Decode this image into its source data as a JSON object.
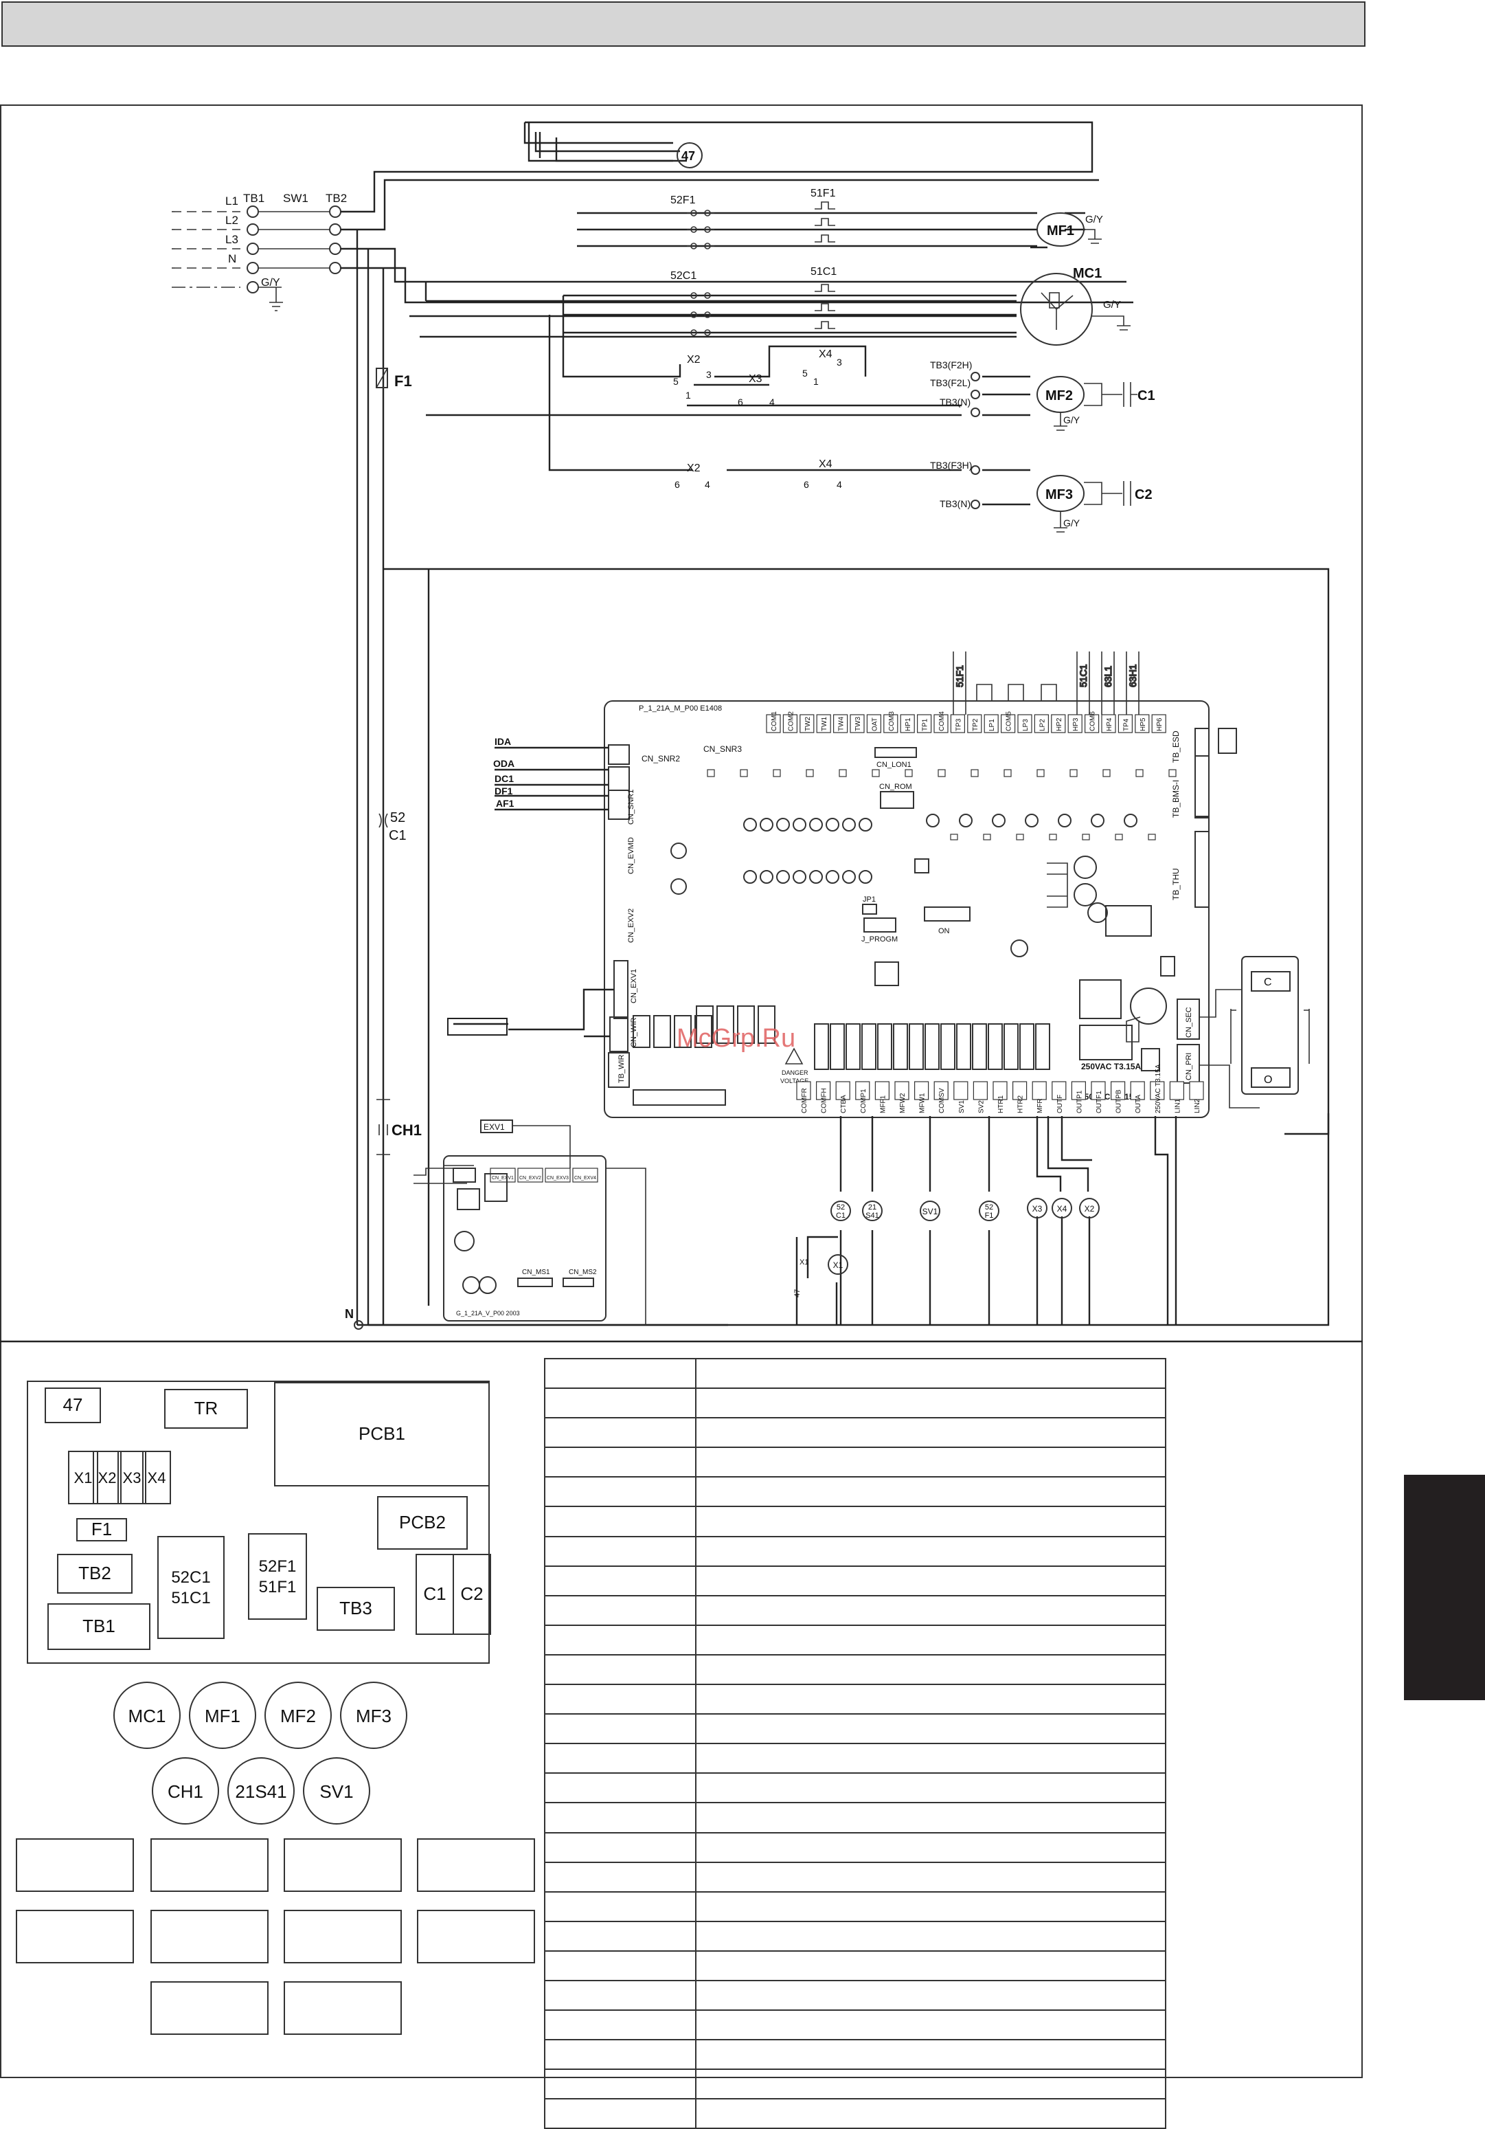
{
  "terminals": {
    "tb1": "TB1",
    "sw1": "SW1",
    "tb2": "TB2",
    "l1": "L1",
    "l2": "L2",
    "l3": "L3",
    "n": "N",
    "gy": "G/Y"
  },
  "power": {
    "relay47": "47",
    "f52f1": "52F1",
    "f51f1": "51F1",
    "f52c1": "52C1",
    "f51c1": "51C1",
    "fuse": "F1",
    "mc1": "MC1",
    "mf1": "MF1",
    "mf2": "MF2",
    "mf3": "MF3",
    "c1": "C1",
    "c2": "C2",
    "tb3_f2h": "TB3(F2H)",
    "tb3_f2l": "TB3(F2L)",
    "tb3_n": "TB3(N)",
    "tb3_f3h": "TB3(F3H)",
    "x2": "X2",
    "x3": "X3",
    "x4": "X4",
    "n5": "5",
    "n3": "3",
    "n1": "1",
    "n6": "6",
    "n4": "4"
  },
  "left_rail": {
    "c52": "52",
    "c1": "C1",
    "ch1": "CH1",
    "n": "N"
  },
  "pcb1": {
    "title": "P_1_21A_M_P00 E1408",
    "cn_snr2": "CN_SNR2",
    "cn_snr3": "CN_SNR3",
    "cn_snr1": "CN_SNR1",
    "cn_lon1": "CN_LON1",
    "cn_rom": "CN_ROM",
    "cn_exv1": "CN_EXV1",
    "cn_exv2": "CN_EXV2",
    "cn_evmd": "CN_EVMD",
    "cn_wir": "CN_WIR",
    "tb_wir": "TB_WIR",
    "jp1": "JP1",
    "j_progm": "J_PROGM",
    "on": "ON",
    "tb_esd": "TB_ESD",
    "tb_bms": "TB_BMS-I",
    "tb_thu": "TB_THU",
    "cn_sec": "CN_SEC",
    "cn_pri": "CN_PRI",
    "fuse1": "250VAC T3.15A",
    "fuse2": "250VAC T3.15A",
    "danger": "DANGER",
    "voltage": "VOLTAGE",
    "top_pins": [
      "COM1",
      "COM2",
      "TW2",
      "TW1",
      "TW4",
      "TW3",
      "OAT",
      "COM3",
      "HP1",
      "TP1",
      "COM4",
      "TP3",
      "TP2",
      "LP1",
      "COM5",
      "LP3",
      "LP2",
      "HP2",
      "HP3",
      "COM6",
      "HP4",
      "TP4",
      "HP5",
      "HP6"
    ],
    "bottom_pins": [
      "COMFR",
      "COMFH",
      "CTBA",
      "COMP1",
      "MFF1",
      "MFW2",
      "MFW1",
      "COMSV",
      "SV1",
      "SV2",
      "HTR1",
      "HTR2",
      "MFR",
      "OUTF",
      "OUTP1",
      "OUTF1",
      "OUTPB",
      "OUTA",
      "250VAC T3.15A",
      "LIN1",
      "LIN2"
    ],
    "top_wires": [
      "51F1",
      "51C1",
      "63L1",
      "63H1"
    ]
  },
  "left_inputs": {
    "ida": "IDA",
    "oda": "ODA",
    "dc1": "DC1",
    "df1": "DF1",
    "af1": "AF1"
  },
  "pcb2": {
    "exv1": "EXV1",
    "title": "G_1_21A_V_P00 2003",
    "cn_ms1": "CN_MS1",
    "cn_ms2": "CN_MS2",
    "pins": [
      "CN_EXV1",
      "CN_EXV2",
      "CN_EXV3",
      "CN_EXV4"
    ]
  },
  "loads": {
    "l1": [
      "52",
      "C1"
    ],
    "l2": [
      "21",
      "S41"
    ],
    "l3": [
      "SV1"
    ],
    "l4": [
      "52",
      "F1"
    ],
    "l5": [
      "X3"
    ],
    "l6": [
      "X4"
    ],
    "l7": [
      "X2"
    ],
    "x1": "X1",
    "x1b": "X1",
    "s47": "47"
  },
  "layout_boxes": {
    "k47": "47",
    "tr": "TR",
    "pcb1": "PCB1",
    "x1": "X1",
    "x2": "X2",
    "x3": "X3",
    "x4": "X4",
    "f1": "F1",
    "pcb2": "PCB2",
    "tb2": "TB2",
    "c52c1": "52C1",
    "c51c1": "51C1",
    "c52f1": "52F1",
    "c51f1": "51F1",
    "tb3": "TB3",
    "c1": "C1",
    "c2": "C2",
    "tb1": "TB1"
  },
  "motors": [
    "MC1",
    "MF1",
    "MF2",
    "MF3"
  ],
  "heaters": [
    "CH1",
    "21S41",
    "SV1"
  ],
  "watermark": "McGrp.Ru",
  "legend_rows": 26,
  "colors": {
    "header": "#d6d6d6",
    "tab": "#231f20",
    "line": "#222222",
    "watermark": "#e06060"
  }
}
